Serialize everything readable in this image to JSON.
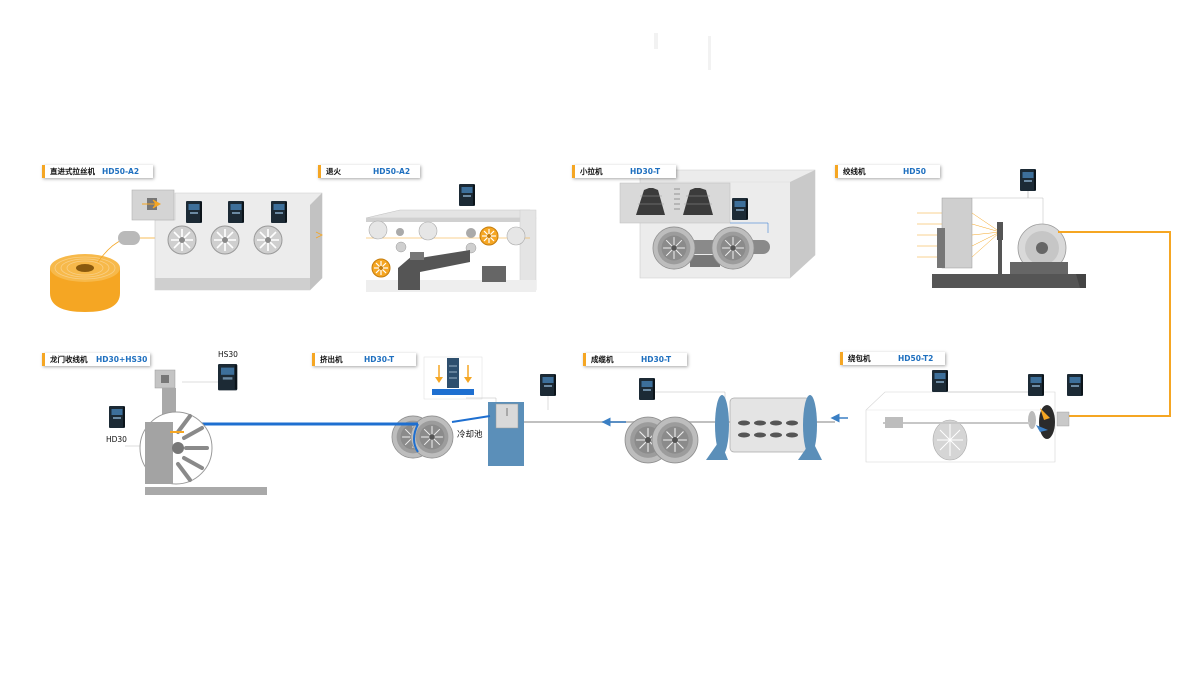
{
  "colors": {
    "orange": "#f5a623",
    "blue_line": "#1e6fd0",
    "model_blue": "#1e6fbf",
    "tank_blue": "#5b8fb9",
    "gray_frame": "#d6d6d6",
    "drive_dark": "#1c2a35"
  },
  "stages": [
    {
      "name": "直进式拉丝机",
      "model": "HD50-A2"
    },
    {
      "name": "退火",
      "model": "HD50-A2"
    },
    {
      "name": "小拉机",
      "model": "HD30-T"
    },
    {
      "name": "绞线机",
      "model": "HD50"
    },
    {
      "name": "绕包机",
      "model": "HD50-T2"
    },
    {
      "name": "成缆机",
      "model": "HD30-T"
    },
    {
      "name": "挤出机",
      "model": "HD30-T"
    },
    {
      "name": "龙门收线机",
      "model": "HD30+HS30"
    }
  ],
  "labels": {
    "hs30": "HS30",
    "hd30": "HD30",
    "cooling_tank": "冷却池"
  },
  "icons": [
    "drive-cabinet-icon",
    "flow-arrow-icon",
    "wire-spool-icon",
    "capstan-wheel-icon"
  ]
}
